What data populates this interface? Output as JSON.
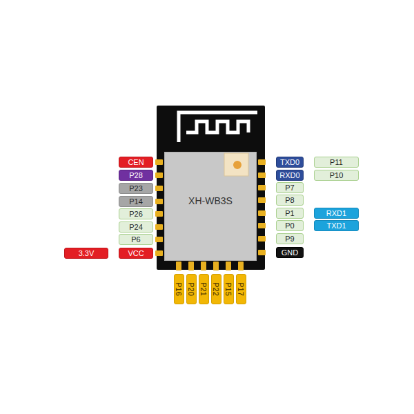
{
  "diagram": {
    "nodes": [
      {
        "text": [
          "CEN"
        ]
      },
      {
        "text": [
          "P28"
        ]
      },
      {
        "text": [
          "P23"
        ]
      },
      {
        "text": [
          "P14"
        ]
      },
      {
        "text": [
          "P26"
        ]
      },
      {
        "text": [
          "P24"
        ]
      },
      {
        "text": [
          "P6"
        ]
      },
      {
        "text": [
          "3.3V"
        ]
      },
      {
        "text": [
          "VCC"
        ]
      },
      {
        "text": [
          "XH-WB3S"
        ]
      },
      {
        "text": [
          "TXD0"
        ]
      },
      {
        "text": [
          "P11"
        ]
      },
      {
        "text": [
          "RXD0"
        ]
      },
      {
        "text": [
          "P10"
        ]
      },
      {
        "text": [
          "P7"
        ]
      },
      {
        "text": [
          "P8"
        ]
      },
      {
        "text": [
          "P1"
        ]
      },
      {
        "text": [
          "RXD1"
        ]
      },
      {
        "text": [
          "P0"
        ]
      },
      {
        "text": [
          "TXD1"
        ]
      },
      {
        "text": [
          "P9"
        ]
      },
      {
        "text": [
          "GND"
        ]
      },
      {
        "text": [
          "P16"
        ]
      },
      {
        "text": [
          "P20"
        ]
      },
      {
        "text": [
          "P21"
        ]
      },
      {
        "text": [
          "P22"
        ]
      },
      {
        "text": [
          "P15"
        ]
      },
      {
        "text": [
          "P17"
        ]
      }
    ]
  }
}
